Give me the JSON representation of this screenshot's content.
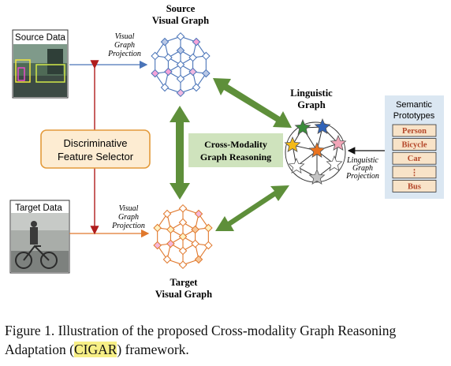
{
  "diagram": {
    "source_graph_title": [
      "Source",
      "Visual Graph"
    ],
    "target_graph_title": [
      "Target",
      "Visual Graph"
    ],
    "linguistic_graph_title": [
      "Linguistic",
      "Graph"
    ],
    "source_data_label": "Source Data",
    "target_data_label": "Target Data",
    "visual_projection_label": [
      "Visual",
      "Graph",
      "Projection"
    ],
    "linguistic_projection_label": [
      "Linguistic",
      "Graph",
      "Projection"
    ],
    "selector_label": [
      "Discriminative",
      "Feature Selector"
    ],
    "reasoning_label": [
      "Cross-Modality",
      "Graph Reasoning"
    ],
    "semantic_title": [
      "Semantic",
      "Prototypes"
    ],
    "prototypes": [
      "Person",
      "Bicycle",
      "Car",
      "⋮",
      "Bus"
    ]
  },
  "caption": {
    "prefix": "Figure 1. Illustration of the proposed Cross-modality Graph Reasoning Adaptation (",
    "highlight": "CIGAR",
    "suffix": ") framework."
  },
  "colors": {
    "source_blue": "#4a74b8",
    "target_orange": "#e0782c",
    "green_arrow": "#5e8f3a",
    "red_arrow": "#b01c1c",
    "selector_fill": "#fdecd2",
    "selector_border": "#e39a3a",
    "reasoning_fill": "#cfe3bd",
    "semantic_fill": "#dbe7f2",
    "prototype_fill": "#f8e3c8",
    "prototype_text": "#b4472a"
  }
}
